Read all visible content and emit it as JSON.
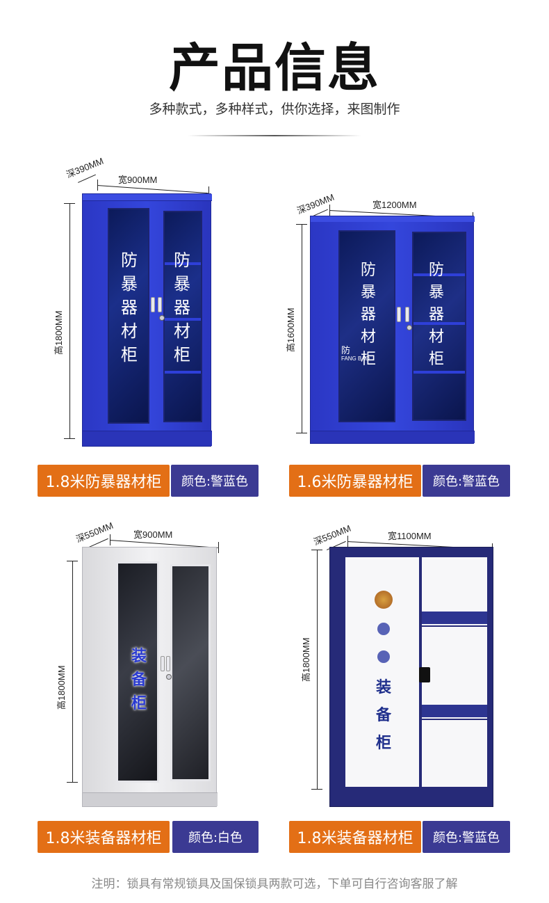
{
  "header": {
    "title": "产品信息",
    "subtitle": "多种款式，多种样式，供你选择，来图制作"
  },
  "products": [
    {
      "depth": "深390MM",
      "width": "宽900MM",
      "height": "高1800MM",
      "door_text": [
        "防",
        "暴",
        "器",
        "材",
        "柜"
      ],
      "name": "1.8米防暴器材柜",
      "color": "颜色:警蓝色"
    },
    {
      "depth": "深390MM",
      "width": "宽1200MM",
      "height": "高1600MM",
      "door_text": [
        "防",
        "暴",
        "器",
        "材",
        "柜"
      ],
      "inner_badge": "防",
      "inner_badge_sub": "FANG BAO",
      "name": "1.6米防暴器材柜",
      "color": "颜色:警蓝色"
    },
    {
      "depth": "深550MM",
      "width": "宽900MM",
      "height": "高1800MM",
      "door_text": [
        "装",
        "备",
        "柜"
      ],
      "name": "1.8米装备器材柜",
      "color": "颜色:白色"
    },
    {
      "depth": "深550MM",
      "width": "宽1100MM",
      "height": "高1800MM",
      "door_text": [
        "装",
        "备",
        "柜"
      ],
      "name": "1.8米装备器材柜",
      "color": "颜色:警蓝色"
    }
  ],
  "colors": {
    "police_blue": "#2f3fd6",
    "navy": "#2a2f7a",
    "name_tag": "#e36f16",
    "color_tag": "#3b3a93"
  },
  "footnote": "注明：锁具有常规锁具及国保锁具两款可选，下单可自行咨询客服了解"
}
